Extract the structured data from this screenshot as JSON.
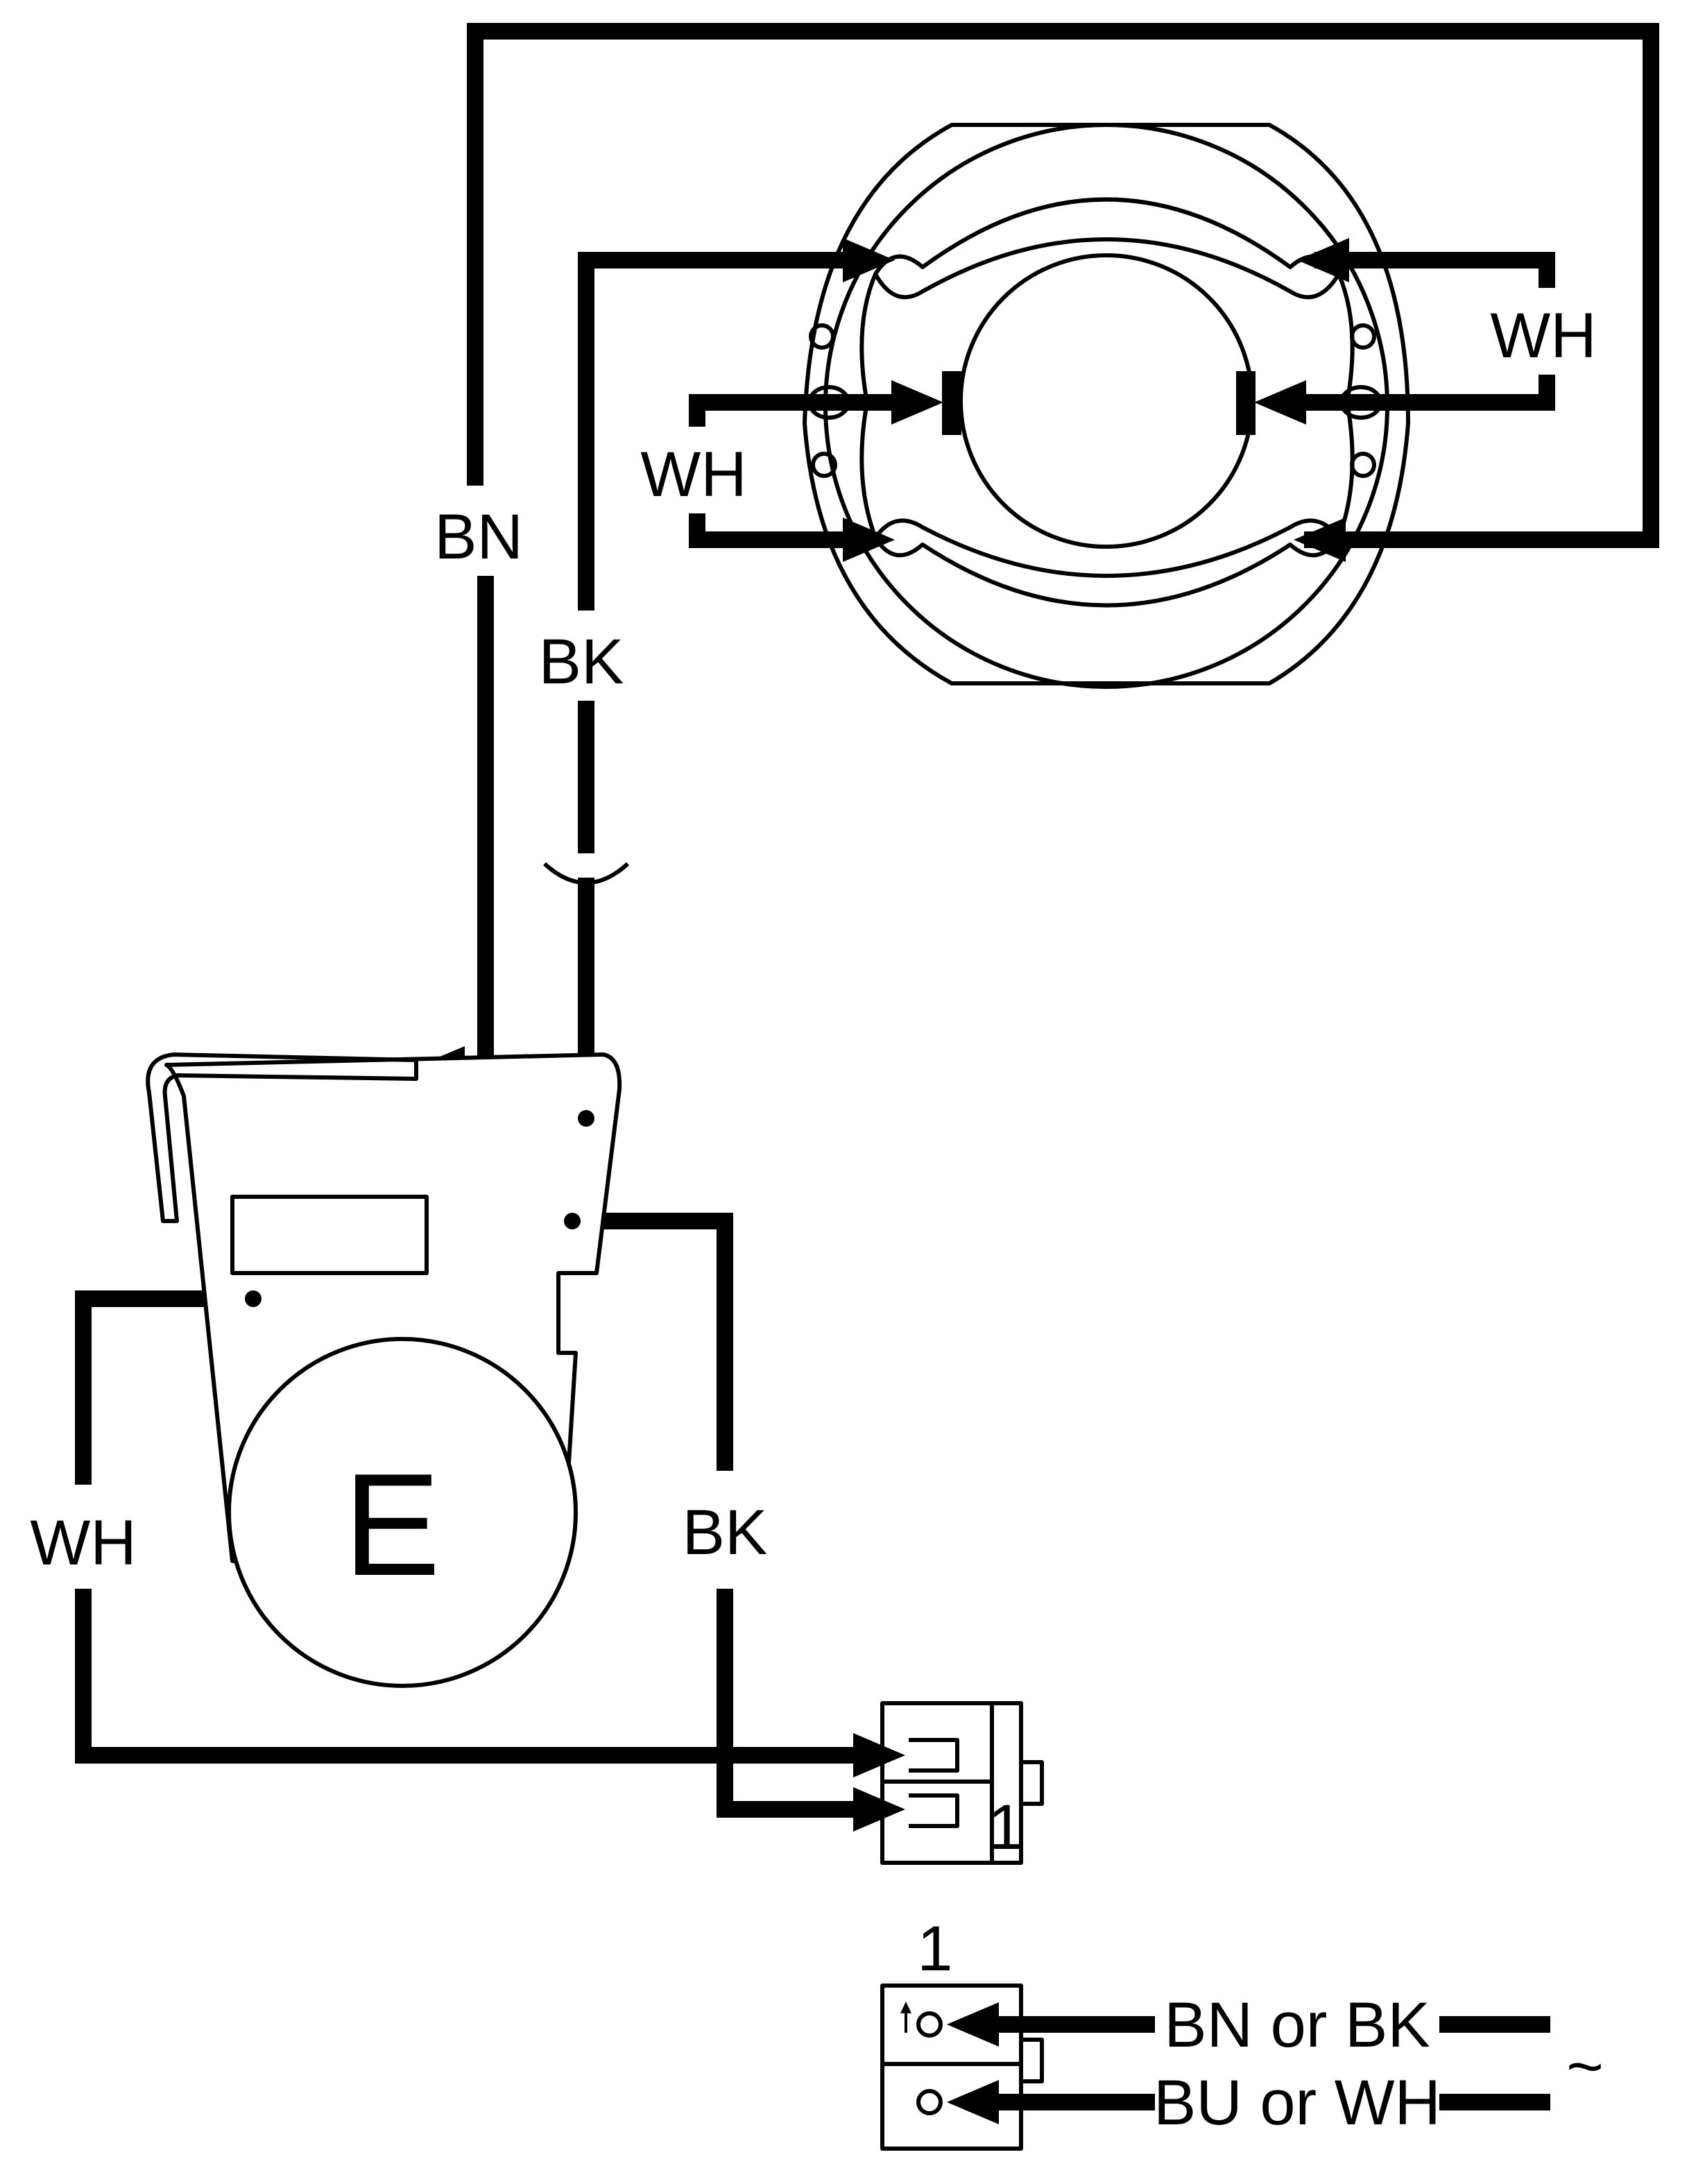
{
  "wire_labels": {
    "motor_top_right": "WH",
    "motor_left": "WH",
    "left_vertical": "BN",
    "center_vertical": "BK",
    "relay_left": "WH",
    "relay_right": "BK"
  },
  "component": {
    "relay_letter": "E"
  },
  "terminal_number": "1",
  "legend": {
    "terminal_number": "1",
    "line1": "BN or BK",
    "line2": "BU or WH",
    "ac_symbol": "~"
  }
}
